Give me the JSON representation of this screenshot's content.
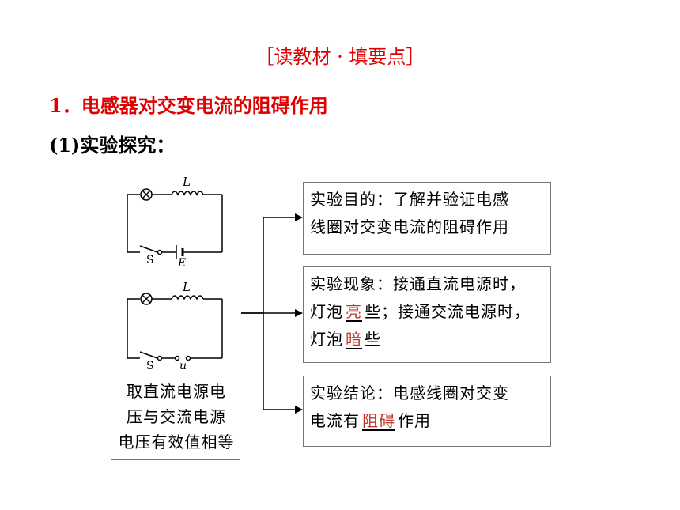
{
  "header": {
    "section_title": "［读教材 · 填要点］"
  },
  "heading": "1．电感器对交变电流的阻碍作用",
  "subheading": "(1)实验探究：",
  "left_panel": {
    "circuit1": {
      "inductor_label": "L",
      "switch_label": "S",
      "source_label": "E"
    },
    "circuit2": {
      "inductor_label": "L",
      "switch_label": "S",
      "source_label": "u"
    },
    "text_lines": [
      "取直流电源电",
      "压与交流电源",
      "电压有效值相等"
    ]
  },
  "boxes": {
    "purpose": {
      "label": "实验目的：",
      "text_a": "了解并验证电感",
      "text_b": "线圈对交变电流的阻碍作用"
    },
    "phenomenon": {
      "label": "实验现象：",
      "text_a": "接通直流电源时，",
      "text_b": "灯泡",
      "blank1": "亮",
      "text_c": "些；接通交流电源时，",
      "text_d": "灯泡",
      "blank2": "暗",
      "text_e": "些"
    },
    "conclusion": {
      "label": "实验结论：",
      "text_a": "电感线圈对交变",
      "text_b": "电流有",
      "blank": "阻碍",
      "text_c": "作用"
    }
  },
  "colors": {
    "accent": "#e00000",
    "fill_answer": "#c0392b",
    "border": "#777777"
  }
}
